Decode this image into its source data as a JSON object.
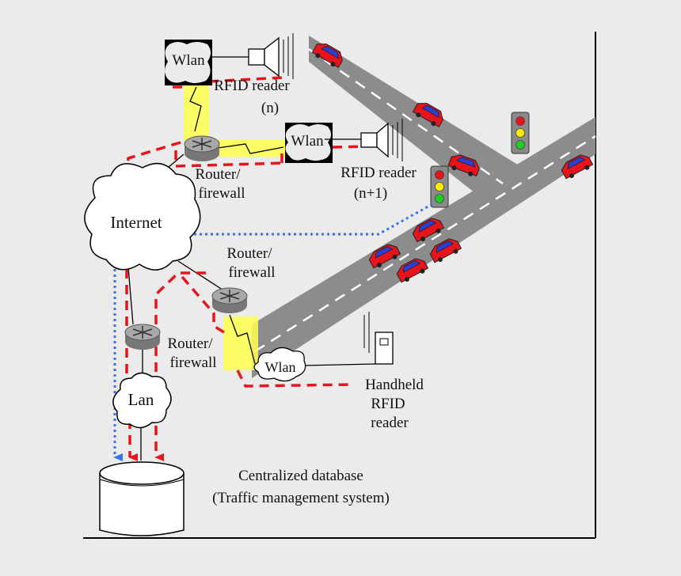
{
  "labels": {
    "wlan": "Wlan",
    "rfid_reader_n_line1": "RFID reader",
    "rfid_reader_n_line2": "(n)",
    "rfid_reader_n1_line1": "RFID reader",
    "rfid_reader_n1_line2": "(n+1)",
    "router_line1": "Router/",
    "router_line2": "firewall",
    "internet": "Internet",
    "lan": "Lan",
    "handheld_line1": "Handheld",
    "handheld_line2": "RFID",
    "handheld_line3": "reader",
    "database_line1": "Centralized database",
    "database_line2": "(Traffic management system)"
  },
  "colors": {
    "road": "#8c8c8c",
    "road_marking": "#ffffff",
    "car_body": "#e8141c",
    "car_roof": "#2a3fd6",
    "wireless_glow": "#ffff4d",
    "red_dashed_link": "#e8141c",
    "blue_dotted_link": "#3a6ff0",
    "traffic_light_body": "#8a8a8a"
  }
}
